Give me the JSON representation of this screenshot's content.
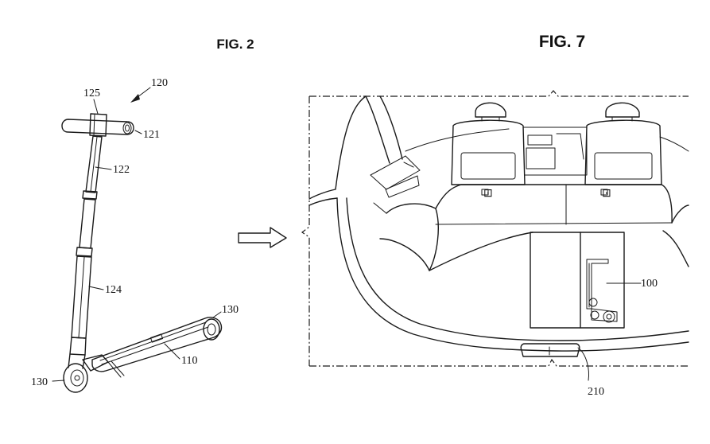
{
  "figures": {
    "left": {
      "title": "FIG. 2",
      "labels": {
        "ref_120": "120",
        "ref_125": "125",
        "ref_121": "121",
        "ref_122": "122",
        "ref_124": "124",
        "ref_130_rear": "130",
        "ref_110": "110",
        "ref_130_front": "130"
      }
    },
    "right": {
      "title": "FIG. 7",
      "labels": {
        "ref_100": "100",
        "ref_210": "210"
      }
    }
  },
  "icons": [
    "scooter-drawing",
    "arrow-icon",
    "vehicle-trunk-drawing"
  ]
}
